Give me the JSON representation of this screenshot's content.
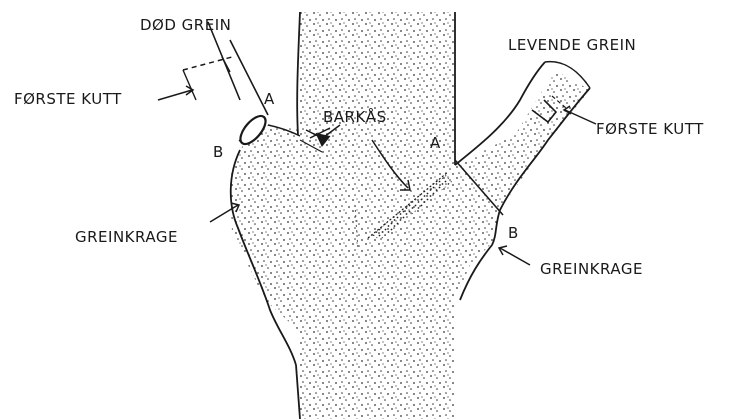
{
  "labels": {
    "dead_branch": "DØD GREIN",
    "living_branch": "LEVENDE GREIN",
    "first_cut_left": "FØRSTE KUTT",
    "first_cut_right": "FØRSTE KUTT",
    "branch_bark_ridge": "BARKÅS",
    "point_a_left": "A",
    "point_a_right": "A",
    "point_b_left": "B",
    "point_b_right": "B",
    "collar_left": "GREINKRAGE",
    "collar_right": "GREINKRAGE"
  },
  "colors": {
    "ink": "#1a1a1a",
    "paper": "#ffffff"
  }
}
